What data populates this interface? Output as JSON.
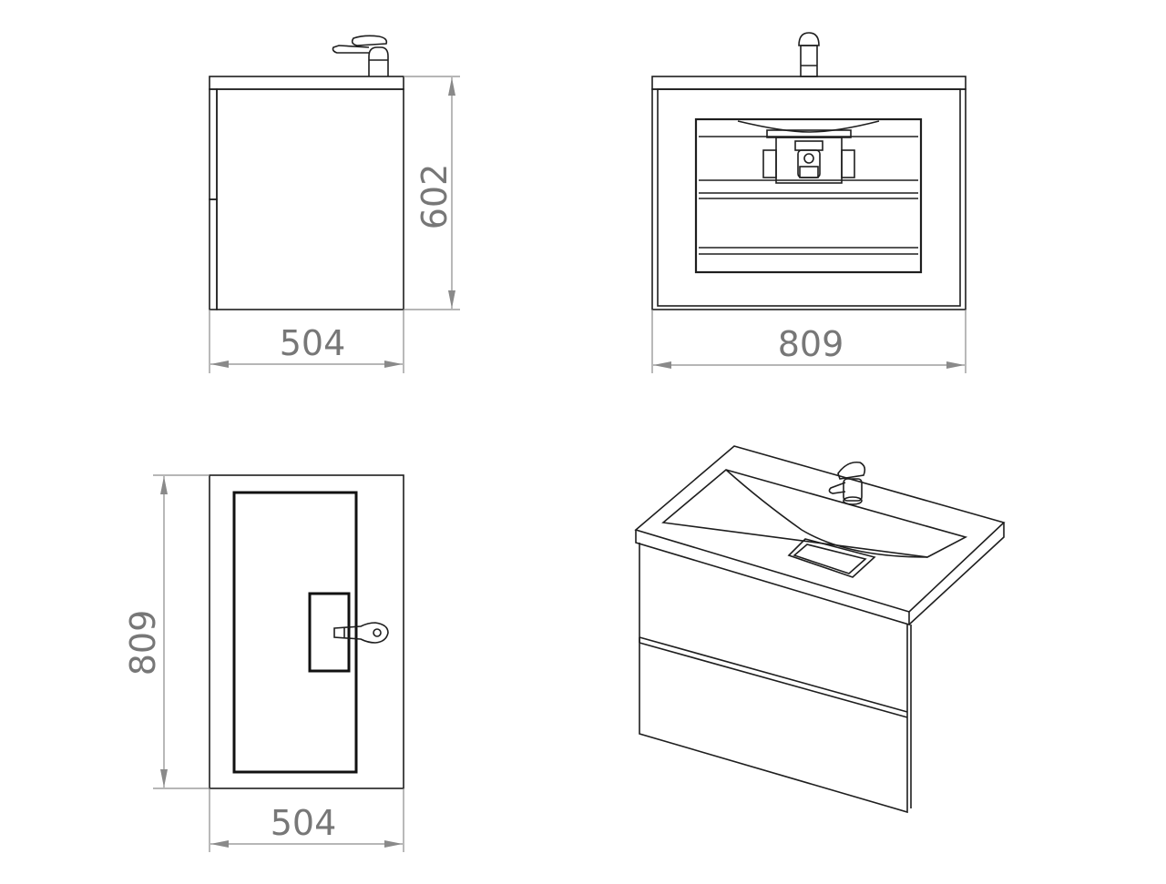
{
  "colors": {
    "line": "#1e1e1e",
    "dimension": "#8a8a8a",
    "dimension_text": "#777777",
    "background": "#ffffff"
  },
  "views": {
    "side": {
      "height_label": "602",
      "width_label": "504"
    },
    "front": {
      "width_label": "809"
    },
    "top": {
      "depth_label": "809",
      "width_label": "504"
    },
    "iso": {}
  }
}
